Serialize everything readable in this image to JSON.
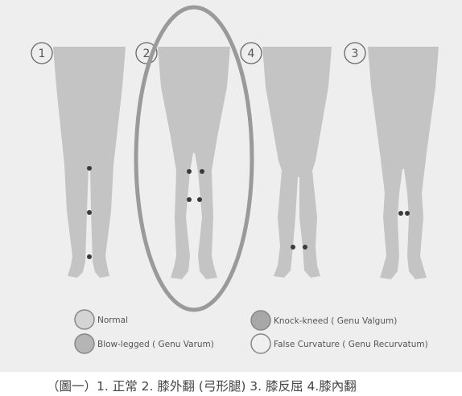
{
  "figures": [
    {
      "number": "1",
      "meaning": "Normal",
      "highlighted": false
    },
    {
      "number": "2",
      "meaning": "Blow-legged ( Genu Varum)",
      "highlighted": true
    },
    {
      "number": "4",
      "meaning": "Knock-kneed ( Genu Valgum)",
      "highlighted": false
    },
    {
      "number": "3",
      "meaning": "False Curvature ( Genu Recurvatum)",
      "highlighted": false
    }
  ],
  "legend": {
    "normal": "Normal",
    "bow_legged": "Blow-legged ( Genu Varum)",
    "knock_kneed": "Knock-kneed ( Genu Valgum)",
    "false_curvature": "False Curvature ( Genu Recurvatum)"
  },
  "caption": "（圖一）1. 正常  2. 膝外翻 (弓形腿) 3. 膝反屈  4.膝內翻",
  "colors": {
    "background": "#eeeeee",
    "legs": "#c4c4c4",
    "dots": "#3a3a3a",
    "highlight_ring": "#9a9a9a",
    "legend_fill_dark": "#b5b5b5",
    "legend_fill_light": "#ededed"
  }
}
